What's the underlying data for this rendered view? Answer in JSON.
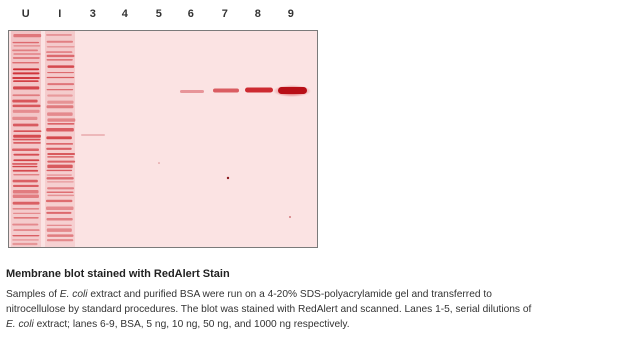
{
  "lanes": [
    "U",
    "I",
    "3",
    "4",
    "5",
    "6",
    "7",
    "8",
    "9"
  ],
  "caption": {
    "title": "Membrane blot stained with RedAlert Stain",
    "line1_prefix": "Samples of ",
    "line1_species": "E. coli",
    "line1_suffix": " extract and purified BSA were run on a 4-20% SDS-polyacrylamide gel and transferred to",
    "line2": "nitrocellulose by standard procedures. The blot was stained with RedAlert and scanned. Lanes 1-5, serial dilutions of",
    "line3_species": "E. coli",
    "line3_suffix": " extract; lanes 6-9, BSA, 5 ng, 10 ng, 50 ng, and 1000 ng respectively."
  },
  "colors": {
    "membrane": "#fbe3e3",
    "band": "#c8161d"
  }
}
